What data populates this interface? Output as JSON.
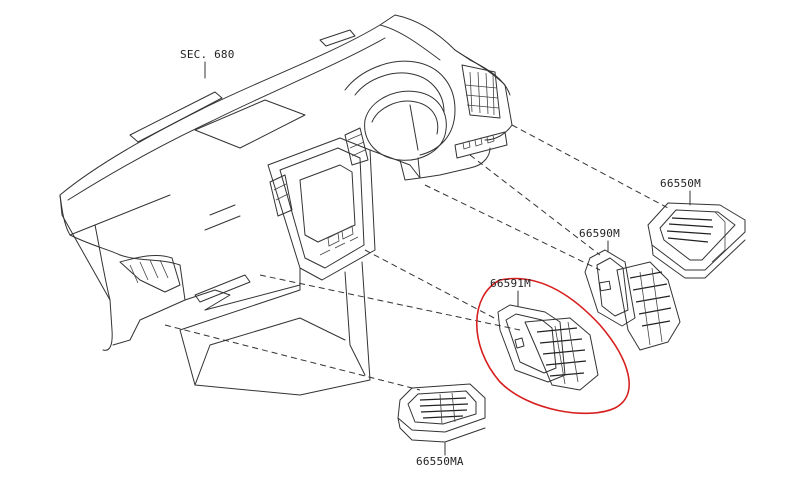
{
  "labels": {
    "section_ref": "SEC. 680",
    "part_a": "66550M",
    "part_b": "66590M",
    "part_c": "66591M",
    "part_d": "66550MA"
  },
  "colors": {
    "line": "#333333",
    "highlight": "#d81f1f",
    "background": "#ffffff"
  },
  "highlighted_part": "66591M"
}
